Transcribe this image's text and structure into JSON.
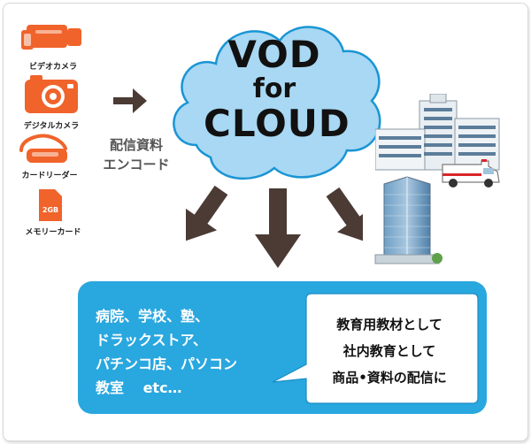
{
  "devices": {
    "video_camera": "ビデオカメラ",
    "digital_camera": "デジタルカメラ",
    "card_reader": "カードリーダー",
    "memory_card": "メモリーカード",
    "memory_card_size": "2GB"
  },
  "process_label": {
    "line1": "配信資料",
    "line2": "エンコード"
  },
  "cloud": {
    "line1": "VOD",
    "line2": "for",
    "line3": "CLOUD"
  },
  "targets": {
    "line1": "病院、学校、塾、",
    "line2": "ドラックストア、",
    "line3": "パチンコ店、パソコン",
    "line4": "教室　 etc…"
  },
  "purposes": {
    "line1": "教育用教材として",
    "line2": "社内教育として",
    "line3": "商品•資料の配信に"
  },
  "colors": {
    "device_orange": "#f0632a",
    "cloud_blue": "#a8d8f3",
    "cloud_outline": "#1a95d4",
    "arrow_brown": "#4b3b34",
    "panel_blue": "#29a7df"
  }
}
